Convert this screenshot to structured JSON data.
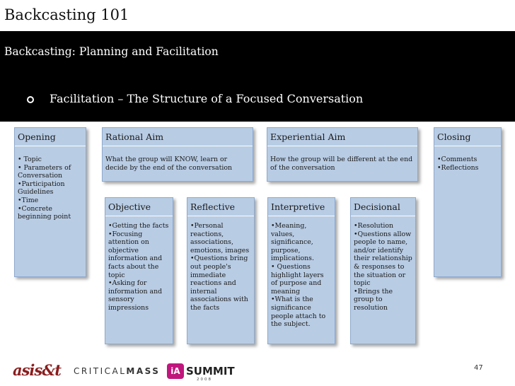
{
  "slide": {
    "title": "Backcasting 101",
    "subtitle": "Backcasting: Planning and Facilitation",
    "bullet": "Facilitation – The Structure of a Focused Conversation",
    "page_number": "47"
  },
  "boxes": {
    "opening": {
      "heading": "Opening",
      "body": "• Topic\n• Parameters of Conversation\n•Participation Guidelines\n•Time\n•Concrete beginning point"
    },
    "rational_aim": {
      "heading": "Rational Aim",
      "body": "What the group will KNOW, learn or decide by the end of the conversation"
    },
    "experiential_aim": {
      "heading": "Experiential Aim",
      "body": "How the group will be different at the end of the conversation"
    },
    "closing": {
      "heading": "Closing",
      "body": "•Comments\n•Reflections"
    },
    "objective": {
      "heading": "Objective",
      "body": "•Getting the facts\n•Focusing attention on objective information and facts about the topic\n•Asking for information and sensory impressions"
    },
    "reflective": {
      "heading": "Reflective",
      "body": "•Personal reactions, associations, emotions, images\n•Questions bring out people's immediate reactions and internal associations with the facts"
    },
    "interpretive": {
      "heading": "Interpretive",
      "body": "•Meaning, values, significance, purpose, implications.\n• Questions highlight layers of purpose and meaning\n•What is the significance people attach to the subject."
    },
    "decisional": {
      "heading": "Decisional",
      "body": "•Resolution\n•Questions allow people to name, and/or identify their relationship & responses to the situation or topic\n•Brings the group to resolution"
    }
  },
  "footer": {
    "logo_asist": "asis&t",
    "logo_cm_light": "CRITICAL",
    "logo_cm_bold": "MASS",
    "logo_ia": "iA",
    "logo_summit": "SUMMIT",
    "logo_year": "2008"
  },
  "colors": {
    "band": "#000000",
    "box_fill": "#b8cce4",
    "box_border": "#8eaacd"
  }
}
